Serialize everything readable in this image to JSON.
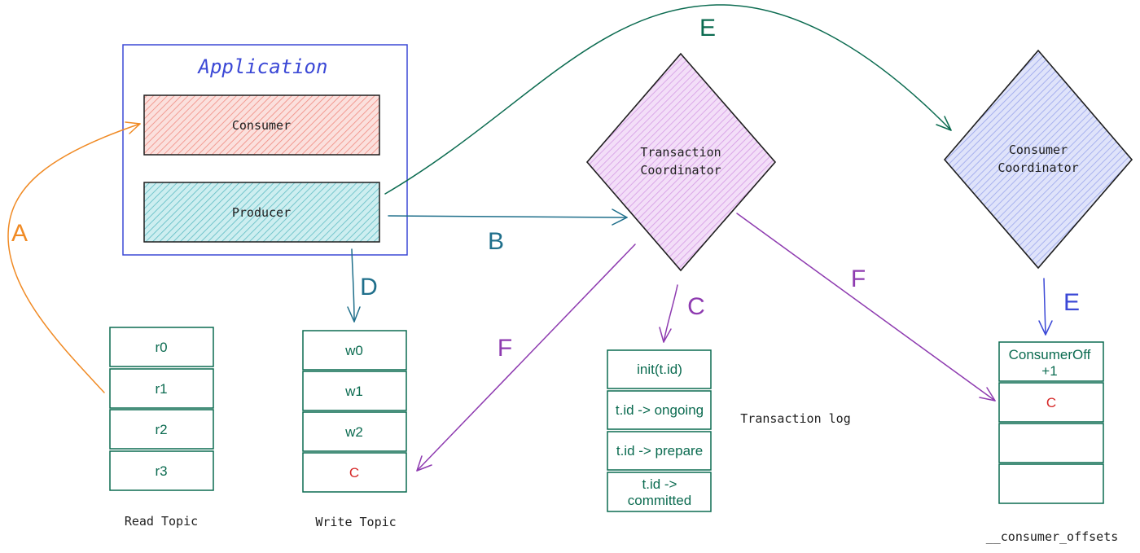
{
  "application": {
    "title": "Application",
    "consumer_label": "Consumer",
    "producer_label": "Producer"
  },
  "transaction_coordinator": {
    "line1": "Transaction",
    "line2": "Coordinator"
  },
  "consumer_coordinator": {
    "line1": "Consumer",
    "line2": "Coordinator"
  },
  "read_topic": {
    "cells": [
      "r0",
      "r1",
      "r2",
      "r3"
    ],
    "caption": "Read Topic"
  },
  "write_topic": {
    "cells": [
      "w0",
      "w1",
      "w2",
      "C"
    ],
    "caption": "Write Topic"
  },
  "transaction_log": {
    "cells": [
      {
        "line1": "init(t.id)",
        "line2": ""
      },
      {
        "line1": "t.id -> ongoing",
        "line2": ""
      },
      {
        "line1": "t.id -> prepare",
        "line2": ""
      },
      {
        "line1": "t.id ->",
        "line2": "committed"
      }
    ],
    "caption": "Transaction log"
  },
  "consumer_offsets": {
    "cells": [
      {
        "line1": "ConsumerOff",
        "line2": "+1"
      },
      {
        "line1": "C",
        "line2": ""
      },
      {
        "line1": "",
        "line2": ""
      },
      {
        "line1": "",
        "line2": ""
      }
    ],
    "caption": "__consumer_offsets"
  },
  "arrow_labels": {
    "a": "A",
    "b": "B",
    "c": "C",
    "d": "D",
    "e_top": "E",
    "e_right": "E",
    "f_left": "F",
    "f_right": "F"
  },
  "colors": {
    "application_border": "#3b48d6",
    "consumer_fill": "#f4b2ac",
    "consumer_stroke": "#d9534f",
    "producer_fill": "#8fd3d8",
    "producer_stroke": "#2a8c96",
    "tc_fill": "#e4b8f0",
    "cc_fill": "#b4bdf0",
    "topic_stroke": "#0b6b50",
    "arrow_orange": "#f08a24",
    "arrow_teal": "#1f6f8b",
    "arrow_green": "#0b6b50",
    "arrow_purple": "#8e3bb0",
    "arrow_blue": "#3b48d6",
    "red_text": "#d62828"
  }
}
